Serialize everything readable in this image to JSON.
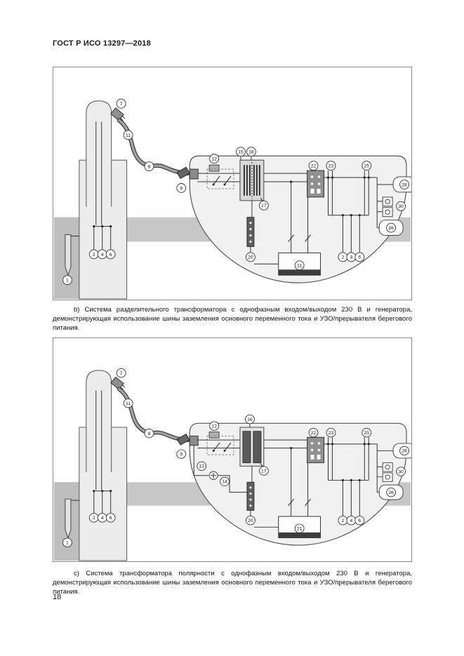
{
  "page": {
    "header": "ГОСТ Р ИСО 13297—2018",
    "page_number": "18"
  },
  "figure_b": {
    "caption_label": "b)",
    "caption_text": "Система разделительного трансформатора с однофазным входом/выходом 230 В и генератора, демонстрирующая использование шины заземления основного переменного тока и УЗО/прерывателя берегового питания.",
    "callouts": {
      "ground_electrode": "1",
      "dock_l1": "2",
      "dock_l2": "4",
      "dock_l3": "6",
      "shore_socket": "7",
      "shore_cable": "8",
      "boat_plug": "9",
      "plug": "11",
      "inlet": "12",
      "transformer_primary": "15",
      "transformer_case": "17",
      "transformer_shield": "18",
      "ground_bus": "20",
      "generator": "21",
      "rcd": "22",
      "bus_1": "23",
      "bus_2": "25",
      "outlet_lower": "26",
      "outlet_upper": "28",
      "outlet_double": "30",
      "boat_l1": "2",
      "boat_l2": "4",
      "boat_l3": "6"
    }
  },
  "figure_c": {
    "caption_label": "c)",
    "caption_text": "Система трансформатора полярности с однофазным входом/выходом 230 В и генератора, демонстрирующая использование шины заземления основного переменного тока и УЗО/прерывателя берегового питания.",
    "callouts": {
      "ground_electrode": "1",
      "dock_l1": "2",
      "dock_l2": "4",
      "dock_l3": "6",
      "shore_socket": "7",
      "shore_cable": "8",
      "boat_plug": "9",
      "plug": "11",
      "inlet": "12",
      "isolator_wire": "13",
      "galvanic_isolator": "14",
      "transformer": "16",
      "transformer_case": "17",
      "ground_bus": "20",
      "generator": "21",
      "rcd": "22",
      "bus_1": "23",
      "bus_2": "25",
      "outlet_lower": "26",
      "outlet_upper": "28",
      "outlet_double": "30",
      "boat_l1": "2",
      "boat_l2": "4",
      "boat_l3": "6"
    }
  }
}
